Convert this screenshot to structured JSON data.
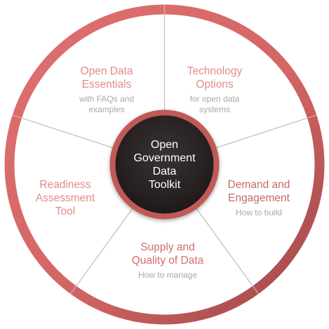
{
  "diagram": {
    "center": {
      "lines": [
        "Open",
        "Government",
        "Data",
        "Toolkit"
      ],
      "color": "#2b2424",
      "ring_color": "#c05a57"
    },
    "ring_color_light": "#e07070",
    "ring_color_dark": "#9c4545",
    "segments": [
      {
        "title": [
          "Open Data",
          "Essentials"
        ],
        "subtitle": [
          "with FAQs and",
          "examples"
        ],
        "color": "#e28b86"
      },
      {
        "title": [
          "Technology",
          "Options"
        ],
        "subtitle": [
          "for open data",
          "systems"
        ],
        "color": "#e28b86"
      },
      {
        "title": [
          "Demand and",
          "Engagement"
        ],
        "subtitle": [
          "How to build"
        ],
        "color": "#c46a67"
      },
      {
        "title": [
          "Supply and",
          "Quality of Data"
        ],
        "subtitle": [
          "How to manage"
        ],
        "color": "#d06f6d"
      },
      {
        "title": [
          "Readiness",
          "Assessment",
          "Tool"
        ],
        "subtitle": [],
        "color": "#e28b86"
      }
    ]
  }
}
